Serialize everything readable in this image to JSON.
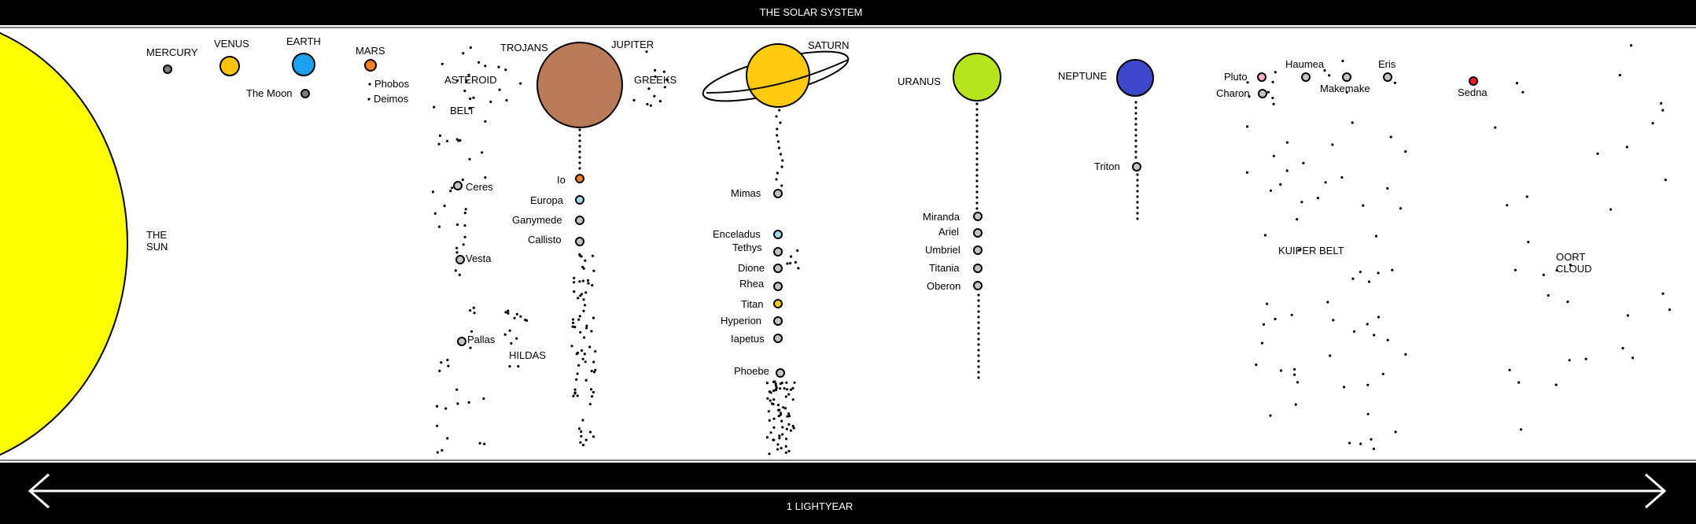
{
  "title": "THE SOLAR SYSTEM",
  "scale_label": "1 LIGHTYEAR",
  "sun": {
    "label_line1": "THE",
    "label_line2": "SUN",
    "color": "#ffff00"
  },
  "planets": {
    "mercury": {
      "label": "MERCURY",
      "color": "#7f7f7f"
    },
    "venus": {
      "label": "VENUS",
      "color": "#ffc20e"
    },
    "earth": {
      "label": "EARTH",
      "color": "#1ea0f0"
    },
    "mars": {
      "label": "MARS",
      "color": "#ff7f27"
    },
    "jupiter": {
      "label": "JUPITER",
      "color": "#b97a57"
    },
    "saturn": {
      "label": "SATURN",
      "color": "#ffc90e"
    },
    "uranus": {
      "label": "URANUS",
      "color": "#b5e61d"
    },
    "neptune": {
      "label": "NEPTUNE",
      "color": "#3f48cc"
    }
  },
  "earth_moons": {
    "moon": "The Moon"
  },
  "mars_moons": {
    "phobos": "Phobos",
    "deimos": "Deimos"
  },
  "asteroid_belt": {
    "label_line1": "ASTEROID",
    "label_line2": "BELT",
    "ceres": "Ceres",
    "vesta": "Vesta",
    "pallas": "Pallas"
  },
  "jupiter_groups": {
    "trojans": "TROJANS",
    "greeks": "GREEKS",
    "hildas": "HILDAS"
  },
  "jupiter_moons": {
    "io": {
      "name": "Io",
      "color": "#ff7f27"
    },
    "europa": {
      "name": "Europa",
      "color": "#99d9ea"
    },
    "ganymede": {
      "name": "Ganymede",
      "color": "#c3c3c3"
    },
    "callisto": {
      "name": "Callisto",
      "color": "#c3c3c3"
    }
  },
  "saturn_moons": {
    "mimas": {
      "name": "Mimas",
      "color": "#c3c3c3"
    },
    "enceladus": {
      "name": "Enceladus",
      "color": "#99d9ea"
    },
    "tethys": {
      "name": "Tethys",
      "color": "#c3c3c3"
    },
    "dione": {
      "name": "Dione",
      "color": "#c3c3c3"
    },
    "rhea": {
      "name": "Rhea",
      "color": "#c3c3c3"
    },
    "titan": {
      "name": "Titan",
      "color": "#ffc90e"
    },
    "hyperion": {
      "name": "Hyperion",
      "color": "#c3c3c3"
    },
    "iapetus": {
      "name": "Iapetus",
      "color": "#c3c3c3"
    },
    "phoebe": {
      "name": "Phoebe",
      "color": "#c3c3c3"
    }
  },
  "uranus_moons": {
    "miranda": "Miranda",
    "ariel": "Ariel",
    "umbriel": "Umbriel",
    "titania": "Titania",
    "oberon": "Oberon"
  },
  "neptune_moons": {
    "triton": "Triton"
  },
  "dwarf_planets": {
    "pluto": {
      "name": "Pluto",
      "color": "#ffaec9"
    },
    "charon": {
      "name": "Charon",
      "color": "#c3c3c3"
    },
    "haumea": {
      "name": "Haumea",
      "color": "#c3c3c3"
    },
    "makemake": {
      "name": "Makemake",
      "color": "#c3c3c3"
    },
    "eris": {
      "name": "Eris",
      "color": "#c3c3c3"
    },
    "sedna": {
      "name": "Sedna",
      "color": "#ed1c24"
    }
  },
  "kuiper_belt": "KUIPER BELT",
  "oort_cloud": {
    "line1": "OORT",
    "line2": "CLOUD"
  }
}
